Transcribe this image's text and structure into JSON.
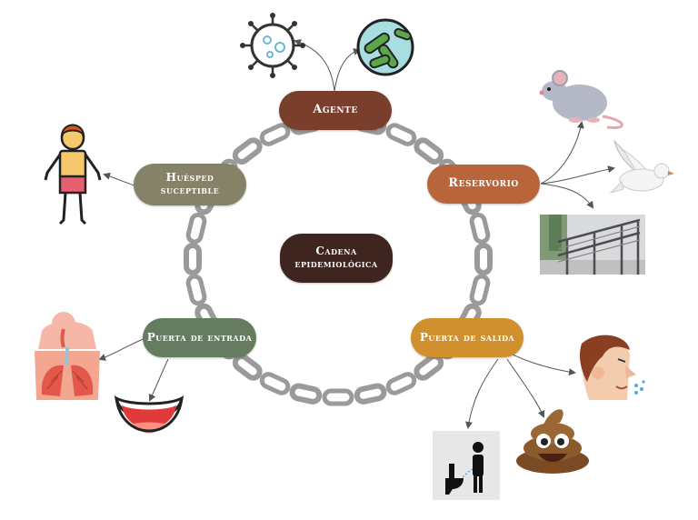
{
  "nodes": {
    "center": {
      "label": "Cadena epidemiológica",
      "color": "#3f2520"
    },
    "agente": {
      "label": "Agente",
      "color": "#7a3f2c"
    },
    "reservorio": {
      "label": "Reservorio",
      "color": "#b8653b"
    },
    "salida": {
      "label": "Puerta de salida",
      "color": "#d1902e"
    },
    "entrada": {
      "label": "Puerta de entrada",
      "color": "#667c61"
    },
    "huesped": {
      "label": "Huésped suceptible",
      "color": "#858268"
    }
  },
  "icons": {
    "agente": [
      "virus-icon",
      "bacteria-icon"
    ],
    "reservorio": [
      "rat-icon",
      "dove-icon",
      "stair-railing-photo"
    ],
    "salida": [
      "sneezing-face-icon",
      "poop-emoji-icon",
      "urinating-man-icon"
    ],
    "entrada": [
      "lungs-anatomy-icon",
      "open-mouth-icon"
    ],
    "huesped": [
      "person-icon"
    ]
  },
  "colors": {
    "chain": "#9a9a9a",
    "chain_inner": "#ffffff",
    "arrow": "#555555"
  }
}
